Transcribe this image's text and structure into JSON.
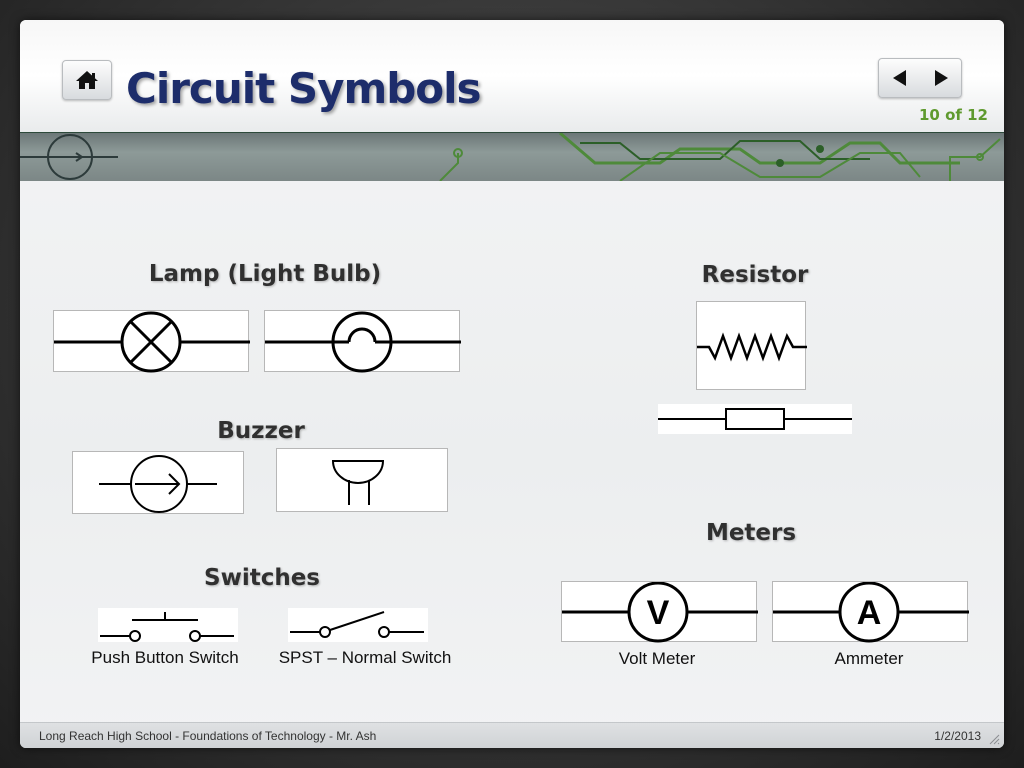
{
  "header": {
    "title": "Circuit Symbols",
    "page_count": "10 of 12"
  },
  "sections": {
    "lamp": "Lamp (Light Bulb)",
    "buzzer": "Buzzer",
    "switches": "Switches",
    "resistor": "Resistor",
    "meters": "Meters"
  },
  "captions": {
    "push_button": "Push Button Switch",
    "spst": "SPST – Normal Switch",
    "volt_meter": "Volt Meter",
    "ammeter": "Ammeter"
  },
  "meter_letters": {
    "volt": "V",
    "amp": "A"
  },
  "footer": {
    "left": "Long Reach High School  -  Foundations of Technology  -  Mr. Ash",
    "date": "1/2/2013"
  },
  "colors": {
    "title": "#1d2d6b",
    "page_count": "#5f9a2e",
    "circuit_trace": "#4e8a3a"
  },
  "icons": {
    "home": "home-icon",
    "prev": "triangle-left-icon",
    "next": "triangle-right-icon"
  }
}
